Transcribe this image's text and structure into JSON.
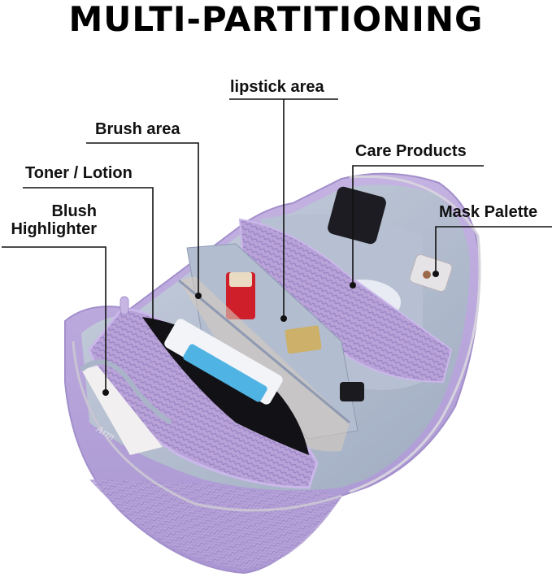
{
  "title": "MULTI-PARTITIONING",
  "colors": {
    "bag_lavender": "#b9a6da",
    "bag_lavender_dark": "#9d88c6",
    "lining_grey_blue": "#aab4c8",
    "lining_light": "#c5cddb",
    "line_color": "#111111",
    "lipstick_red": "#d0202c",
    "gold": "#cdb16a"
  },
  "callouts": [
    {
      "id": "lipstick-area",
      "label": "lipstick area"
    },
    {
      "id": "brush-area",
      "label": "Brush area"
    },
    {
      "id": "toner-lotion",
      "label": "Toner / Lotion"
    },
    {
      "id": "blush-highlighter",
      "label_line1": "Blush",
      "label_line2": "Highlighter"
    },
    {
      "id": "care-products",
      "label": "Care Products"
    },
    {
      "id": "mask-palette",
      "label": "Mask Palette"
    }
  ],
  "product": {
    "name": "cosmetic bag",
    "open": true,
    "compartments": 6
  }
}
